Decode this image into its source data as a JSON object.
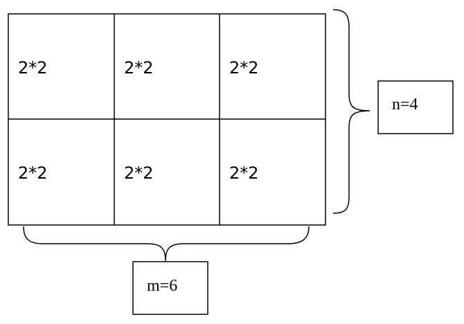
{
  "grid": {
    "rows": [
      [
        "2*2",
        "2*2",
        "2*2"
      ],
      [
        "2*2",
        "2*2",
        "2*2"
      ]
    ]
  },
  "labels": {
    "right": "n=4",
    "bottom": "m=6"
  }
}
